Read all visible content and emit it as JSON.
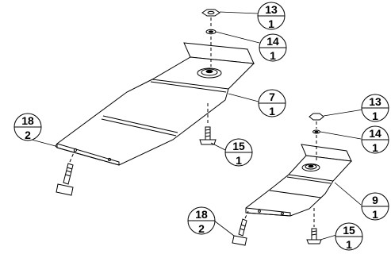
{
  "callouts": [
    {
      "id": "c13a",
      "part": "13",
      "qty": "1"
    },
    {
      "id": "c14a",
      "part": "14",
      "qty": "1"
    },
    {
      "id": "c7",
      "part": "7",
      "qty": "1"
    },
    {
      "id": "c18a",
      "part": "18",
      "qty": "2"
    },
    {
      "id": "c15a",
      "part": "15",
      "qty": "1"
    },
    {
      "id": "c13b",
      "part": "13",
      "qty": "1"
    },
    {
      "id": "c14b",
      "part": "14",
      "qty": "1"
    },
    {
      "id": "c9",
      "part": "9",
      "qty": "1"
    },
    {
      "id": "c18b",
      "part": "18",
      "qty": "2"
    },
    {
      "id": "c15b",
      "part": "15",
      "qty": "1"
    }
  ]
}
